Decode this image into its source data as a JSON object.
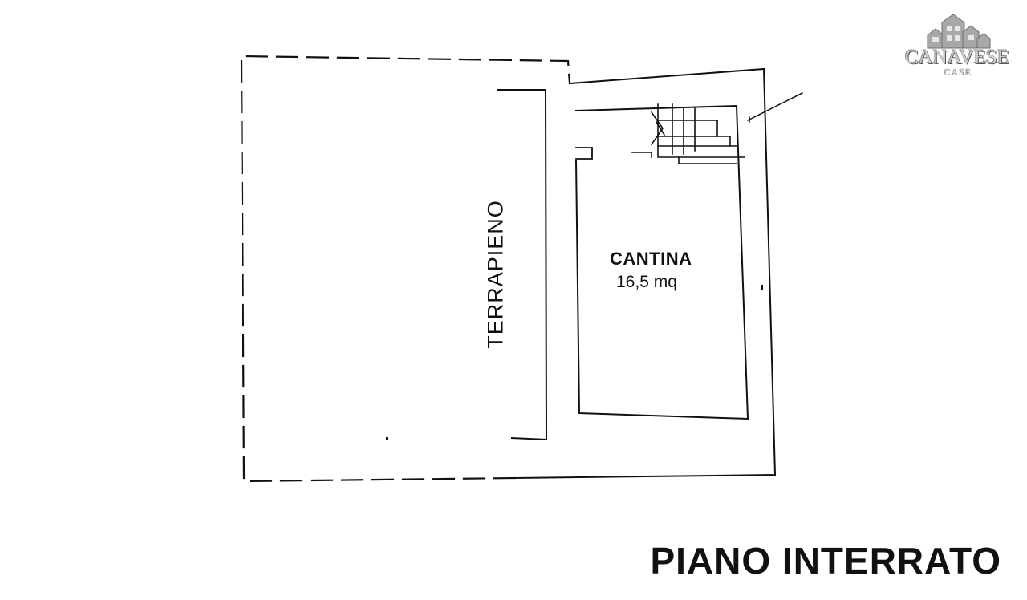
{
  "plan": {
    "room": {
      "name": "CANTINA",
      "area": "16,5 mq"
    },
    "zone_label": "TERRAPIENO",
    "floor_title": "PIANO INTERRATO"
  },
  "logo": {
    "name": "CANAVESE",
    "sub": "CASE",
    "icon": "houses-icon"
  },
  "colors": {
    "ink": "#111111",
    "background": "#ffffff",
    "logo_gray": "#9a9a9a"
  }
}
